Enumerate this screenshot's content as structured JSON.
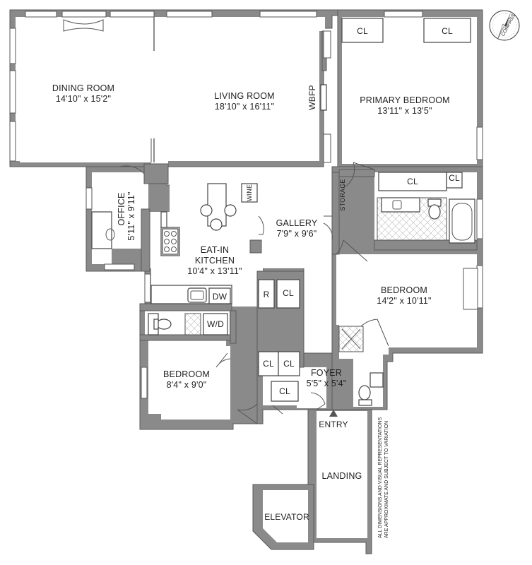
{
  "rooms": {
    "dining_room": {
      "name": "DINING ROOM",
      "dims": "14'10\" x 15'2\""
    },
    "living_room": {
      "name": "LIVING ROOM",
      "dims": "18'10\" x 16'11\""
    },
    "primary_bedroom": {
      "name": "PRIMARY BEDROOM",
      "dims": "13'11\" x 13'5\""
    },
    "office": {
      "name": "OFFICE",
      "dims": "5'11\" x 9'11\""
    },
    "kitchen": {
      "name": "EAT-IN",
      "name2": "KITCHEN",
      "dims": "10'4\" x 13'11\""
    },
    "gallery": {
      "name": "GALLERY",
      "dims": "7'9\" x 9'6\""
    },
    "bedroom_2": {
      "name": "BEDROOM",
      "dims": "14'2\" x 10'11\""
    },
    "bedroom_3": {
      "name": "BEDROOM",
      "dims": "8'4\" x 9'0\""
    },
    "foyer": {
      "name": "FOYER",
      "dims": "5'5\" x 5'4\""
    }
  },
  "labels": {
    "wbfp": "WBFP",
    "storage": "STORAGE",
    "wine": "WINE",
    "dw": "DW",
    "wd": "W/D",
    "fridge": "R",
    "closet": "CL",
    "entry": "ENTRY",
    "landing": "LANDING",
    "elevator": "ELEVATOR",
    "compass": "COMPASS"
  },
  "disclaimer": {
    "line1": "ALL DIMENSIONS AND VISUAL REPRESENTATIONS",
    "line2": "ARE APPROXIMATE AND SUBJECT TO VARIATION"
  }
}
